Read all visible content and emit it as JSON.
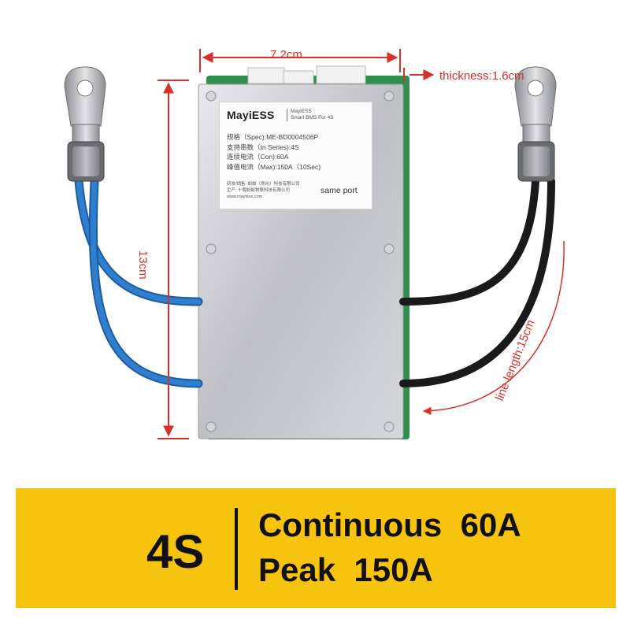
{
  "dimensions": {
    "width_label": "7.2cm",
    "height_label": "13cm",
    "thickness_label": "thickness:1.6cm",
    "line_length_label": "line length:15cm"
  },
  "label": {
    "brand": "MayiESS",
    "brand_sub_1": "MayiESS",
    "brand_sub_2": "Smart BMS For 4S",
    "spec": "规格（Spec):ME-BD0004506P",
    "series": "支持串数（In Series):4S",
    "continuous": "连续电流（Con):60A",
    "peak": "峰值电流（Max):150A（10Sec)",
    "maker_1": "研发/销售: 蚂蚁（郑州）科技有限公司",
    "maker_2": "生产: 十堰蚂蚁物联科技有限公司",
    "website": "www.mayiess.com",
    "same_port": "same port"
  },
  "banner": {
    "series_count": "4S",
    "line1": "Continuous  60A",
    "line2": "Peak  150A"
  },
  "colors": {
    "accent_red": "#d8302a",
    "banner_yellow": "#f6c40e",
    "board_green": "#2f8f4e",
    "blue_wire": "#2f7fd0",
    "black_wire": "#1a1a1a"
  }
}
